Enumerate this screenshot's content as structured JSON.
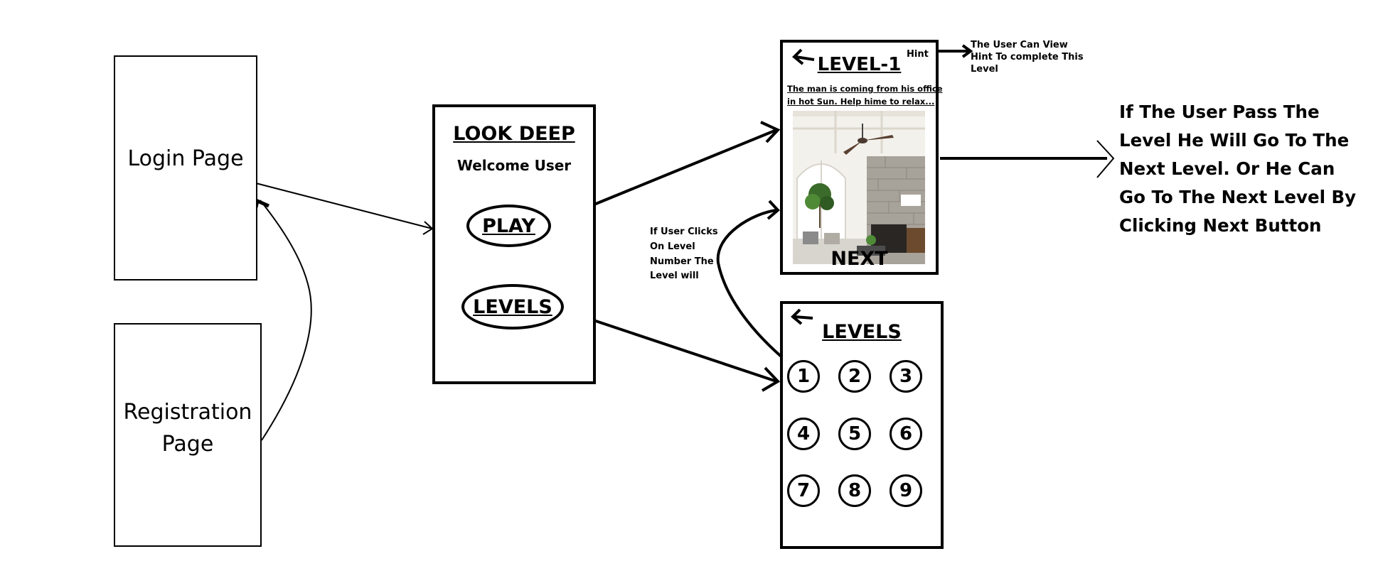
{
  "login_page": {
    "label": "Login Page"
  },
  "registration_page": {
    "label_line1": "Registration",
    "label_line2": "Page"
  },
  "home_screen": {
    "title": "LOOK DEEP",
    "welcome": "Welcome User",
    "play_button": "PLAY",
    "levels_button": "LEVELS"
  },
  "level_screen": {
    "title": "LEVEL-1",
    "hint_button": "Hint",
    "description_line1": "The man is coming from his office",
    "description_line2": "in hot Sun. Help hime to relax...",
    "next_button": "NEXT",
    "back_icon": "back-arrow-icon",
    "image": "room-with-ceiling-fan"
  },
  "levels_screen": {
    "title": "LEVELS",
    "back_icon": "back-arrow-icon",
    "level_numbers": [
      "1",
      "2",
      "3",
      "4",
      "5",
      "6",
      "7",
      "8",
      "9"
    ]
  },
  "annotations": {
    "hint_note": [
      "The User Can View",
      "Hint To complete This",
      "Level"
    ],
    "level_click_note": [
      "If User Clicks",
      "On Level",
      "Number The",
      "Level will"
    ],
    "pass_note": [
      "If The User Pass The",
      "Level He Will Go To The",
      "Next Level. Or He Can",
      "Go To The Next Level By",
      "Clicking Next Button"
    ]
  }
}
